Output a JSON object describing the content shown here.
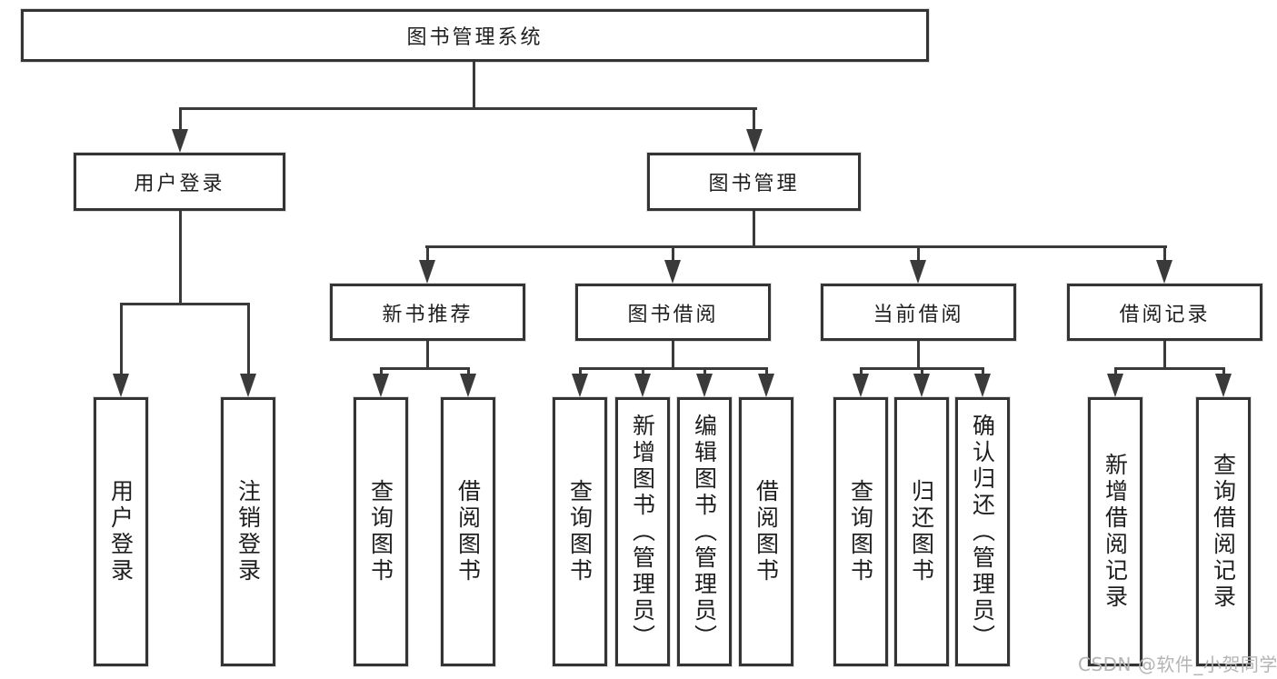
{
  "colors": {
    "background": "#ffffff",
    "line": "#3a3a3a",
    "box_border": "#343434",
    "text": "#1e1e1e",
    "watermark_text": "#b4b4b4"
  },
  "tree": {
    "root": {
      "label": "图书管理系统"
    },
    "branches": [
      {
        "label": "用户登录",
        "children": [
          {
            "label": "用户登录"
          },
          {
            "label": "注销登录"
          }
        ]
      },
      {
        "label": "图书管理",
        "children": [
          {
            "label": "新书推荐",
            "children": [
              {
                "label": "查询图书"
              },
              {
                "label": "借阅图书"
              }
            ]
          },
          {
            "label": "图书借阅",
            "children": [
              {
                "label": "查询图书"
              },
              {
                "label": "新增图书（管理员）"
              },
              {
                "label": "编辑图书（管理员）"
              },
              {
                "label": "借阅图书"
              }
            ]
          },
          {
            "label": "当前借阅",
            "children": [
              {
                "label": "查询图书"
              },
              {
                "label": "归还图书"
              },
              {
                "label": "确认归还（管理员）"
              }
            ]
          },
          {
            "label": "借阅记录",
            "children": [
              {
                "label": "新增借阅记录"
              },
              {
                "label": "查询借阅记录"
              }
            ]
          }
        ]
      }
    ]
  },
  "watermark": {
    "label": "CSDN @软件_小贺同学"
  }
}
